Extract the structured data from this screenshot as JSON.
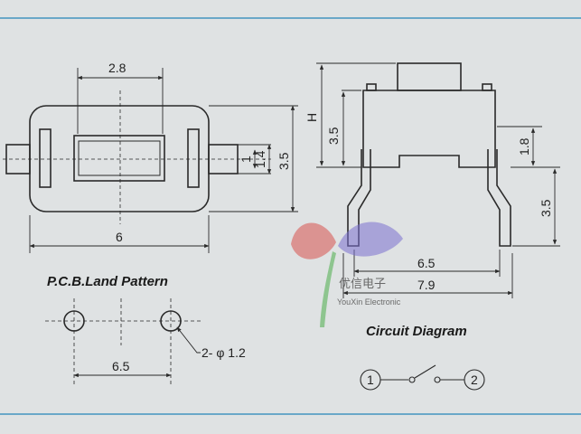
{
  "colors": {
    "background": "#dfe2e3",
    "frame_line": "#6aa8c8",
    "ink": "#2a2a2a",
    "logo_red": "#d9534f",
    "logo_purple": "#7a6fd0",
    "logo_green": "#4cae4c"
  },
  "top_view": {
    "dim_top": "2.8",
    "dim_bottom": "6",
    "dim_right_a": "1",
    "dim_right_b": "1.4",
    "dim_right_c": "3.5"
  },
  "side_view": {
    "dim_h": "H",
    "dim_body": "3.5",
    "dim_right_a": "1.8",
    "dim_right_b": "3.5",
    "dim_bottom_a": "6.5",
    "dim_bottom_b": "7.9"
  },
  "pcb": {
    "title": "P.C.B.Land Pattern",
    "hole_label": "2- φ 1.2",
    "spacing": "6.5"
  },
  "circuit": {
    "title": "Circuit Diagram",
    "pin1": "1",
    "pin2": "2"
  },
  "logo": {
    "name_cn": "优信电子",
    "name_en": "YouXin Electronic"
  }
}
